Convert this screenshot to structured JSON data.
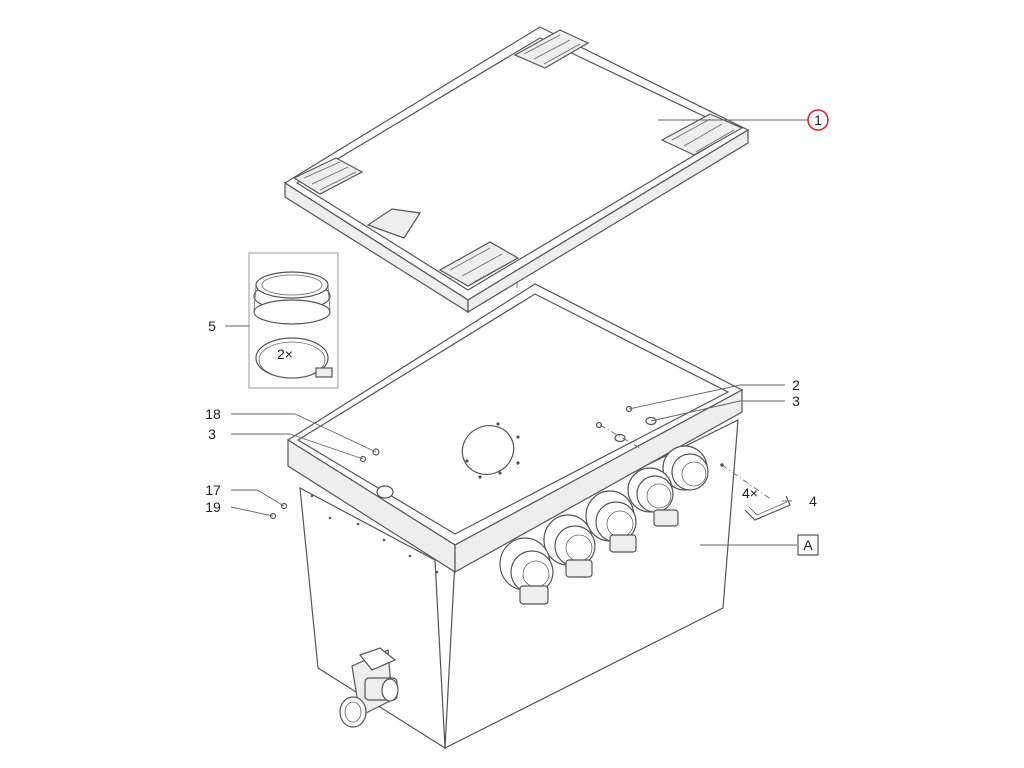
{
  "callouts": {
    "lid": "1",
    "hose_clamp": "5",
    "quantity_clamp": "2×",
    "screw_18": "18",
    "washer_left": "3",
    "screw_17": "17",
    "nut_19": "19",
    "screw_right": "2",
    "washer_right": "3",
    "quantity_handle": "4×",
    "handle": "4",
    "assembly": "A"
  },
  "colors": {
    "lid_highlight": "#d9232e",
    "line": "#555555"
  }
}
